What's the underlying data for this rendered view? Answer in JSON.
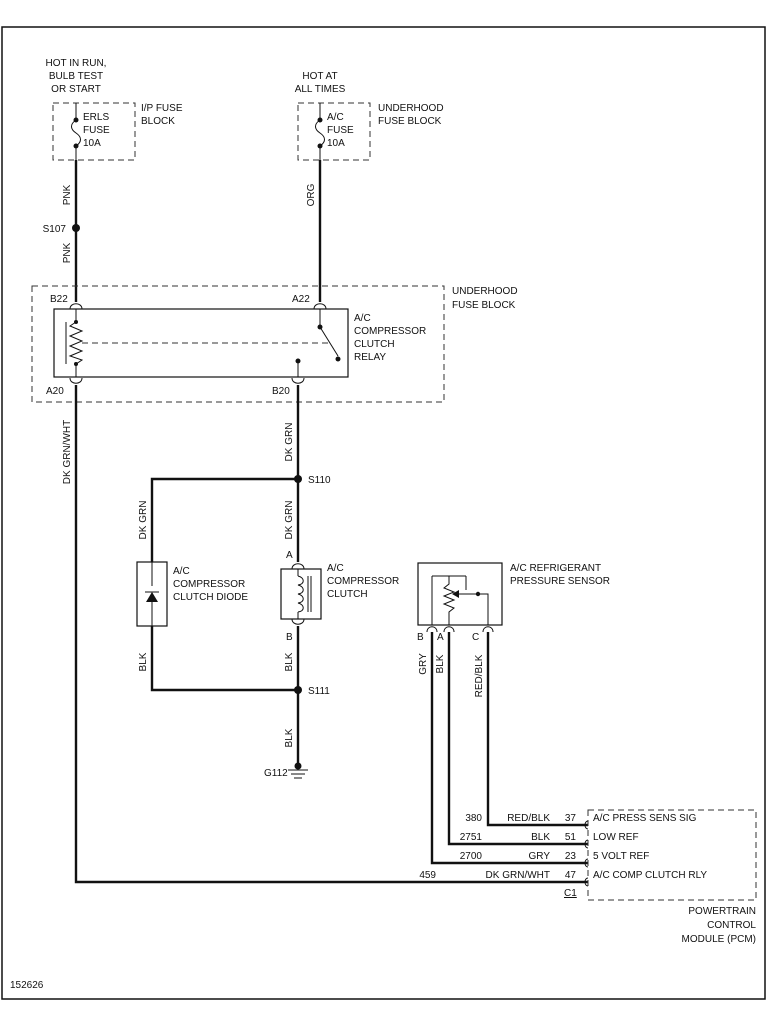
{
  "diagram": {
    "figure_number": "152626",
    "fuses": {
      "erls": {
        "hot_line1": "HOT IN RUN,",
        "hot_line2": "BULB TEST",
        "hot_line3": "OR START",
        "name_line1": "ERLS",
        "name_line2": "FUSE",
        "rating": "10A",
        "block_line1": "I/P FUSE",
        "block_line2": "BLOCK"
      },
      "ac": {
        "hot_line1": "HOT AT",
        "hot_line2": "ALL TIMES",
        "name_line1": "A/C",
        "name_line2": "FUSE",
        "rating": "10A",
        "block_line1": "UNDERHOOD",
        "block_line2": "FUSE BLOCK"
      }
    },
    "splices": {
      "s107": "S107",
      "s110": "S110",
      "s111": "S111"
    },
    "ground": "G112",
    "underhood_block": {
      "line1": "UNDERHOOD",
      "line2": "FUSE BLOCK",
      "pins": {
        "b22": "B22",
        "a22": "A22",
        "a20": "A20",
        "b20": "B20"
      }
    },
    "relay": {
      "line1": "A/C",
      "line2": "COMPRESSOR",
      "line3": "CLUTCH",
      "line4": "RELAY"
    },
    "diode": {
      "line1": "A/C",
      "line2": "COMPRESSOR",
      "line3": "CLUTCH DIODE"
    },
    "clutch": {
      "line1": "A/C",
      "line2": "COMPRESSOR",
      "line3": "CLUTCH",
      "pin_a": "A",
      "pin_b": "B"
    },
    "sensor": {
      "line1": "A/C REFRIGERANT",
      "line2": "PRESSURE SENSOR",
      "pin_b": "B",
      "pin_a": "A",
      "pin_c": "C"
    },
    "wire_colors": {
      "pnk_upper": "PNK",
      "pnk_lower": "PNK",
      "org": "ORG",
      "dk_grn_wht": "DK GRN/WHT",
      "dk_grn_relay": "DK GRN",
      "dk_grn_diode": "DK GRN",
      "dk_grn_clutch": "DK GRN",
      "blk_diode": "BLK",
      "blk_clutch": "BLK",
      "blk_ground": "BLK",
      "gry_sensor": "GRY",
      "blk_sensor": "BLK",
      "red_blk_sensor": "RED/BLK"
    },
    "pcm": {
      "connector": "C1",
      "line1": "POWERTRAIN",
      "line2": "CONTROL",
      "line3": "MODULE (PCM)",
      "circuits": [
        {
          "circuit": "380",
          "color": "RED/BLK",
          "pin": "37",
          "function": "A/C PRESS SENS SIG"
        },
        {
          "circuit": "2751",
          "color": "BLK",
          "pin": "51",
          "function": "LOW REF"
        },
        {
          "circuit": "2700",
          "color": "GRY",
          "pin": "23",
          "function": "5 VOLT REF"
        },
        {
          "circuit": "459",
          "color": "DK GRN/WHT",
          "pin": "47",
          "function": "A/C COMP CLUTCH RLY"
        }
      ]
    }
  }
}
